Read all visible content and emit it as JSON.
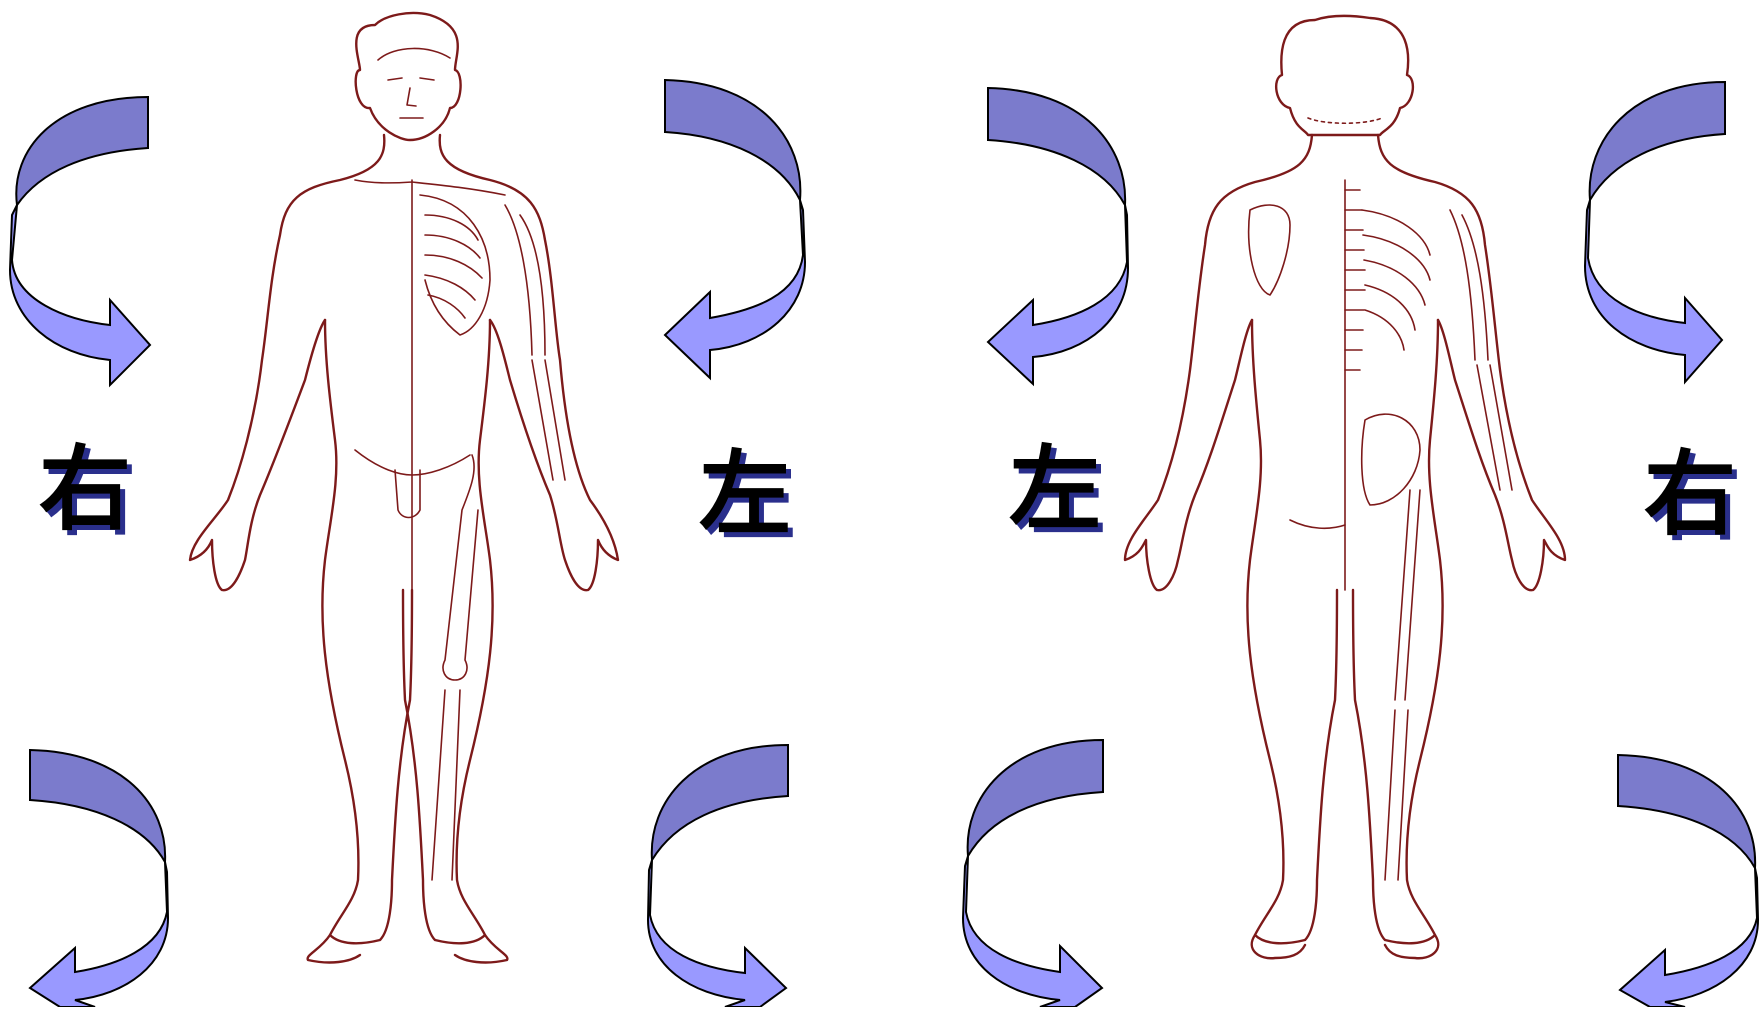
{
  "labels": {
    "front_right": "右",
    "front_left": "左",
    "back_left": "左",
    "back_right": "右"
  },
  "colors": {
    "arrow_fill": "#9999ff",
    "arrow_shade": "#7b7bcc",
    "outline": "#7d1a1a",
    "label_shadow": "#2a2f8c"
  },
  "figures": {
    "front_view": "front-body-icon",
    "back_view": "back-body-icon"
  }
}
